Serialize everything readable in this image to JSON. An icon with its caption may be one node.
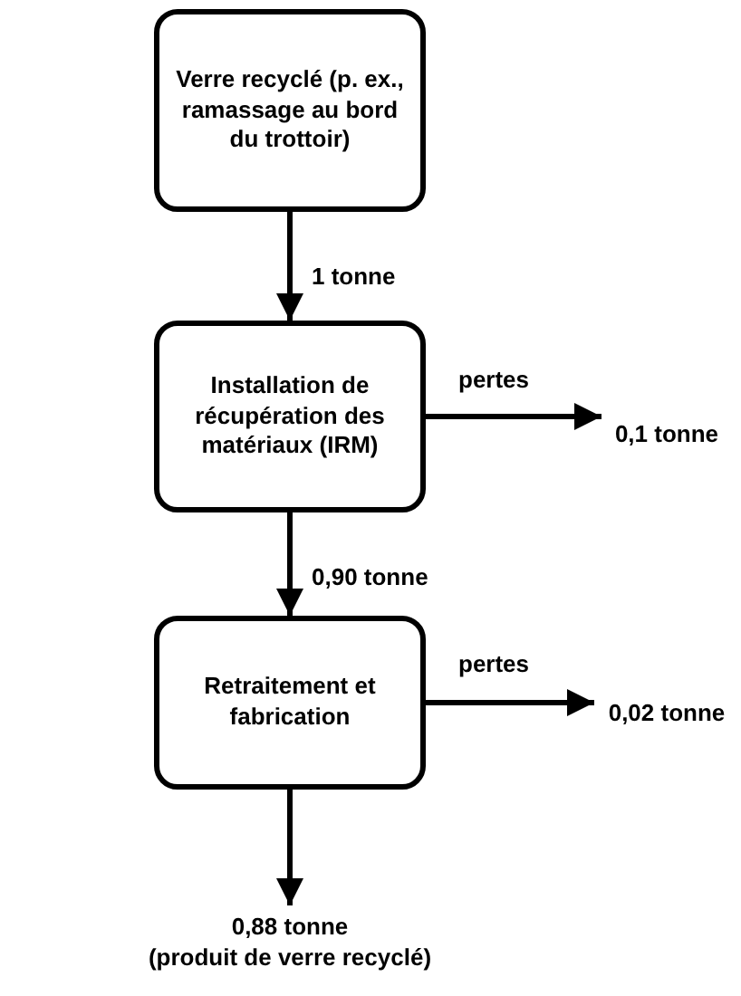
{
  "diagram": {
    "nodes": [
      {
        "text": [
          "Verre recyclé (p. ex., ramassage au bord du trottoir)"
        ]
      },
      {
        "text": [
          "Installation de récupération des matériaux (IRM)"
        ]
      },
      {
        "text": [
          "0,1 tonne"
        ]
      },
      {
        "text": [
          "Retraitement et fabrication"
        ]
      },
      {
        "text": [
          "0,02 tonne"
        ]
      },
      {
        "text": [
          "0,88 tonne",
          "(produit de verre recyclé)"
        ]
      }
    ],
    "edges": [
      {
        "from": 0,
        "to": 1,
        "arrow": "to",
        "label": "1 tonne"
      },
      {
        "from": 1,
        "to": 2,
        "arrow": "to",
        "label": "pertes"
      },
      {
        "from": 1,
        "to": 3,
        "arrow": "to",
        "label": "0,90 tonne"
      },
      {
        "from": 3,
        "to": 4,
        "arrow": "to",
        "label": "pertes"
      },
      {
        "from": 3,
        "to": 5,
        "arrow": "to"
      }
    ]
  }
}
